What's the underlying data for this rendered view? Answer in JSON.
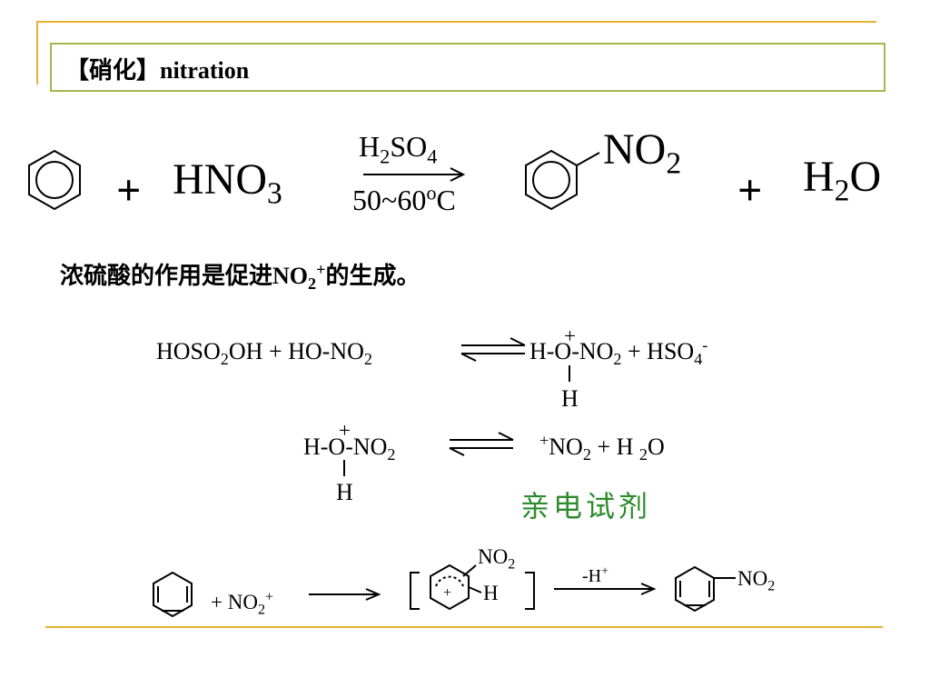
{
  "title": {
    "text": "【硝化】nitration"
  },
  "main_equation": {
    "reagent": {
      "main": "HNO",
      "sub": "3"
    },
    "catalyst": {
      "main": "H",
      "sub1": "2",
      "mid": "SO",
      "sub2": "4"
    },
    "temperature": {
      "prefix": "50~60",
      "degree": "o",
      "suffix": "C"
    },
    "product_group": {
      "main": "NO",
      "sub": "2"
    },
    "water": {
      "main": "H",
      "sub": "2",
      "suffix": "O"
    },
    "plus_1": "+",
    "plus_2": "+"
  },
  "note": {
    "prefix": "浓硫酸的作用是促进",
    "formula": "NO",
    "sub": "2",
    "sup": "+",
    "suffix": "的生成。"
  },
  "step1": {
    "left": {
      "a": "HOSO",
      "a_sub": "2",
      "b": "OH + HO-NO",
      "b_sub": "2"
    },
    "right": {
      "a": "H-O-NO",
      "a_sub": "2",
      "b": " + HSO",
      "b_sub": "4",
      "b_sup": "-"
    },
    "oxonium_charge": "+",
    "oxonium_h": "H"
  },
  "step2": {
    "left": {
      "a": "H-O-NO",
      "a_sub": "2"
    },
    "left_charge": "+",
    "left_h": "H",
    "right": {
      "sup": "+",
      "a": "NO",
      "a_sub": "2",
      "b": " + H ",
      "b_sub": "2",
      "c": "O"
    }
  },
  "electrophile_label": "亲电试剂",
  "mechanism": {
    "reagent": {
      "a": "+ NO",
      "a_sub": "2",
      "a_sup": "+"
    },
    "intermediate_group": {
      "a": "NO",
      "a_sub": "2"
    },
    "intermediate_h": "H",
    "intermediate_charge": "+",
    "step_label": {
      "a": "-H",
      "sup": "+"
    },
    "product_group": {
      "a": "NO",
      "a_sub": "2"
    }
  },
  "colors": {
    "accent_line": "#e8b032",
    "title_border": "#a3b84a",
    "electrophile": "#2e8b2e"
  }
}
